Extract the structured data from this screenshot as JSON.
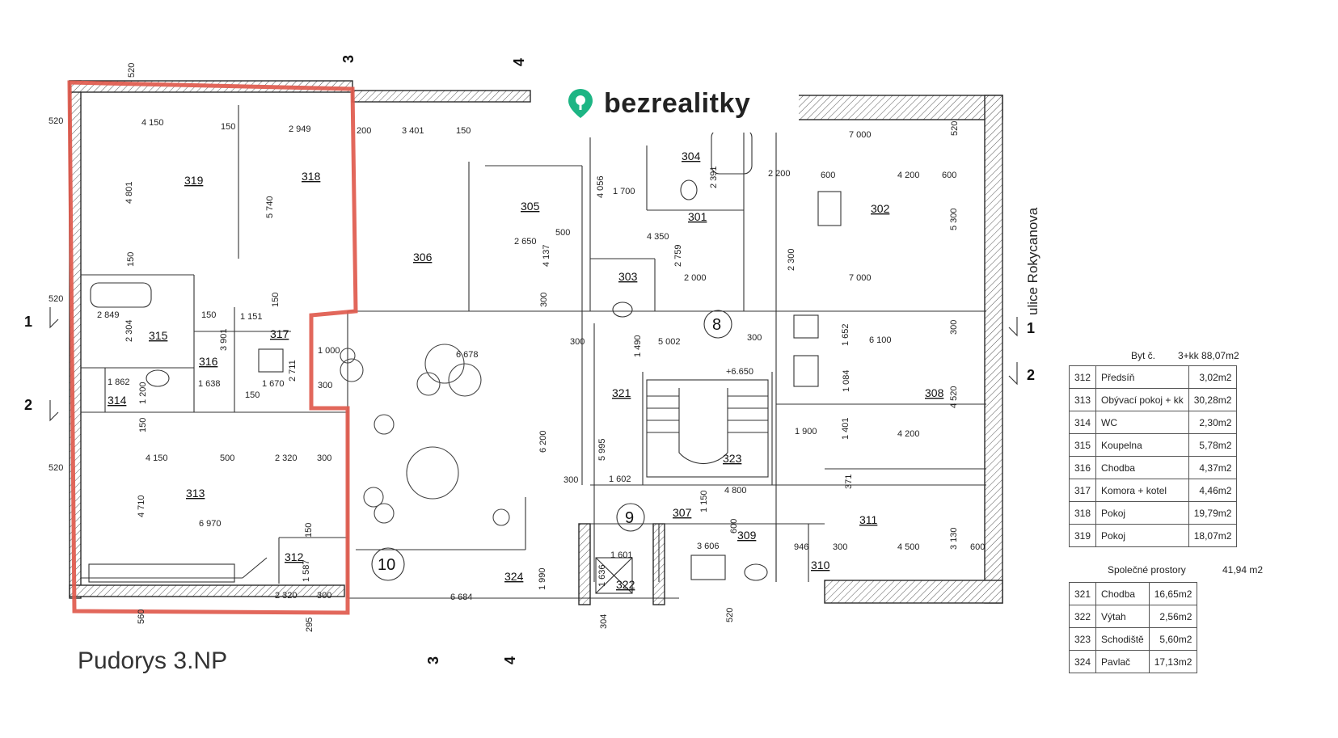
{
  "logo": {
    "brand": "bezrealitky",
    "pin_icon_color": "#1db584"
  },
  "caption": "Pudorys 3.NP",
  "street_label": "ulice Rokycanova",
  "section_markers": [
    "1",
    "2",
    "3",
    "4"
  ],
  "highlight_color": "#e05a4d",
  "rooms": {
    "r301": "301",
    "r302": "302",
    "r303": "303",
    "r304": "304",
    "r305": "305",
    "r306": "306",
    "r307": "307",
    "r308": "308",
    "r309": "309",
    "r310": "310",
    "r311": "311",
    "r312": "312",
    "r313": "313",
    "r314": "314",
    "r315": "315",
    "r316": "316",
    "r317": "317",
    "r318": "318",
    "r319": "319",
    "r321": "321",
    "r322": "322",
    "r323": "323",
    "r324": "324"
  },
  "zones": {
    "z8": "8",
    "z9": "9",
    "z10": "10"
  },
  "level_mark": "+6.650",
  "dimensions": {
    "d4150a": "4 150",
    "d150a": "150",
    "d2949": "2 949",
    "d200": "200",
    "d3401": "3 401",
    "d150b": "150",
    "d7000a": "7 000",
    "d4801": "4 801",
    "d5740": "5 740",
    "d1700": "1 700",
    "d2391": "2 391",
    "d2200": "2 200",
    "d600a": "600",
    "d4200a": "4 200",
    "d600b": "600",
    "d5300": "5 300",
    "d4056": "4 056",
    "d4350": "4 350",
    "d2650": "2 650",
    "d500a": "500",
    "d4137": "4 137",
    "d2759": "2 759",
    "d2300": "2 300",
    "d2000": "2 000",
    "d7000b": "7 000",
    "d2849": "2 849",
    "d2304": "2 304",
    "d3901": "3 901",
    "d2711": "2 711",
    "d1638": "1 638",
    "d1670": "1 670",
    "d1862": "1 862",
    "d1200": "1 200",
    "d150c": "150",
    "d1000": "1 000",
    "d6678": "6 678",
    "d300a": "300",
    "d5002": "5 002",
    "d300b": "300",
    "d6100": "6 100",
    "d1652": "1 652",
    "d1084": "1 084",
    "d4520": "4 520",
    "d1490": "1 490",
    "d6200": "6 200",
    "d5995": "5 995",
    "d1401": "1 401",
    "d1900": "1 900",
    "d4200b": "4 200",
    "d4150b": "4 150",
    "d500b": "500",
    "d2320a": "2 320",
    "d300c": "300",
    "d4710": "4 710",
    "d6970": "6 970",
    "d1602": "1 602",
    "d4800": "4 800",
    "d371": "371",
    "d1150": "1 150",
    "d300d": "300",
    "d3606": "3 606",
    "d600c": "600",
    "d946": "946",
    "d3130": "3 130",
    "d4500": "4 500",
    "d600d": "600",
    "d1587": "1 587",
    "d2320b": "2 320",
    "d300e": "300",
    "d1601": "1 601",
    "d1636": "1 636",
    "d1990": "1 990",
    "d6684": "6 684",
    "d520a": "520",
    "d520b": "520",
    "d520c": "520",
    "d520d": "520",
    "d520e": "520",
    "d520f": "520",
    "d560": "560",
    "d295": "295",
    "d304": "304",
    "d150d": "150",
    "d150e": "150",
    "d150f": "150",
    "d300f": "300",
    "d300g": "300",
    "d300h": "300",
    "d300i": "300",
    "d150g": "150",
    "d150h": "150",
    "d1151": "1 151"
  },
  "legend_apartment": {
    "title": "Byt č.",
    "type": "3+kk 88,07m2",
    "rows": [
      {
        "num": "312",
        "name": "Předsíň",
        "area": "3,02m2"
      },
      {
        "num": "313",
        "name": "Obývací pokoj + kk",
        "area": "30,28m2"
      },
      {
        "num": "314",
        "name": "WC",
        "area": "2,30m2"
      },
      {
        "num": "315",
        "name": "Koupelna",
        "area": "5,78m2"
      },
      {
        "num": "316",
        "name": "Chodba",
        "area": "4,37m2"
      },
      {
        "num": "317",
        "name": "Komora + kotel",
        "area": "4,46m2"
      },
      {
        "num": "318",
        "name": "Pokoj",
        "area": "19,79m2"
      },
      {
        "num": "319",
        "name": "Pokoj",
        "area": "18,07m2"
      }
    ]
  },
  "legend_common": {
    "title": "Společné prostory",
    "total": "41,94 m2",
    "rows": [
      {
        "num": "321",
        "name": "Chodba",
        "area": "16,65m2"
      },
      {
        "num": "322",
        "name": "Výtah",
        "area": "2,56m2"
      },
      {
        "num": "323",
        "name": "Schodiště",
        "area": "5,60m2"
      },
      {
        "num": "324",
        "name": "Pavlač",
        "area": "17,13m2"
      }
    ]
  }
}
